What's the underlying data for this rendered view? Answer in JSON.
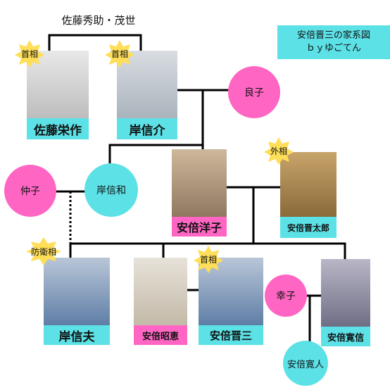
{
  "title": {
    "line1": "安倍晋三の家系図",
    "line2": "ｂｙゆごてん"
  },
  "parents": "佐藤秀助・茂世",
  "people": {
    "sato_eisaku": "佐藤栄作",
    "kishi_nobusuke": "岸信介",
    "abe_yoko": "安倍洋子",
    "abe_shintaro": "安倍晋太郎",
    "kishi_nobuo": "岸信夫",
    "abe_akie": "安倍昭恵",
    "abe_shinzo": "安倍晋三",
    "abe_hironobu": "安倍寛信"
  },
  "circles": {
    "yoshiko": "良子",
    "kishi_nobukazu": "岸信和",
    "nakako": "仲子",
    "sachiko": "幸子",
    "abe_hiroto": "安倍寛人"
  },
  "badges": {
    "pm1": "首相",
    "pm2": "首相",
    "foreign": "外相",
    "defense": "防衛相",
    "pm3": "首相"
  },
  "colors": {
    "cyan": "#5ce1e6",
    "pink": "#ff66c4",
    "star": "#ffde59"
  }
}
